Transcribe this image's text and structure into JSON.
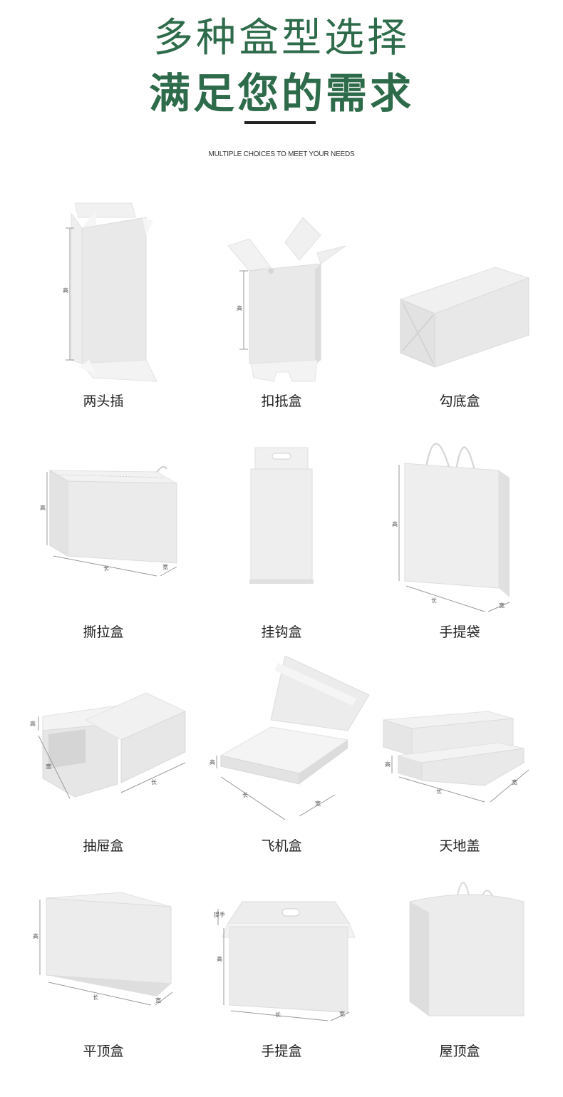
{
  "header": {
    "title_line1": "多种盒型选择",
    "title_line2": "满足您的需求",
    "subtitle": "MULTIPLE CHOICES TO MEET YOUR NEEDS"
  },
  "dims": {
    "height": "高",
    "length": "长",
    "width": "宽",
    "handle": "提手"
  },
  "colors": {
    "accent_green": "#2d6b4a",
    "divider": "#222222"
  },
  "boxes": [
    {
      "label": "两头插"
    },
    {
      "label": "扣抵盒"
    },
    {
      "label": "勾底盒"
    },
    {
      "label": "撕拉盒"
    },
    {
      "label": "挂钩盒"
    },
    {
      "label": "手提袋"
    },
    {
      "label": "抽屉盒"
    },
    {
      "label": "飞机盒"
    },
    {
      "label": "天地盖"
    },
    {
      "label": "平顶盒"
    },
    {
      "label": "手提盒"
    },
    {
      "label": "屋顶盒"
    }
  ]
}
